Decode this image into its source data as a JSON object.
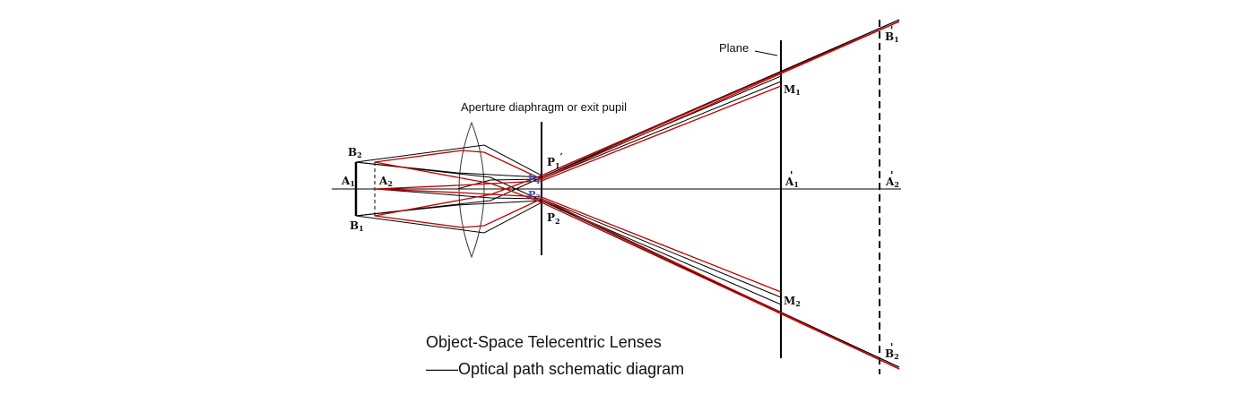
{
  "labels": {
    "b2": {
      "main": "B",
      "sub": "2"
    },
    "a1": {
      "main": "A",
      "sub": "1"
    },
    "a2": {
      "main": "A",
      "sub": "2"
    },
    "b1": {
      "main": "B",
      "sub": "1"
    },
    "p1_blue": {
      "main": "P",
      "sub": "1"
    },
    "p2_blue": {
      "main": "P",
      "sub": "2"
    },
    "p1_prime": {
      "main": "P",
      "sub": "1",
      "prime": "′"
    },
    "p2_prime": {
      "main": "P",
      "sub": "2",
      "prime": "′"
    },
    "m1": {
      "main": "M",
      "sub": "1"
    },
    "m2": {
      "main": "M",
      "sub": "2"
    },
    "a1_img": {
      "main": "A",
      "sub": "1",
      "prime": "'"
    },
    "a2_img": {
      "main": "A",
      "sub": "2",
      "prime": "'"
    },
    "b1_img": {
      "main": "B",
      "sub": "1",
      "prime": "'"
    },
    "b2_img": {
      "main": "B",
      "sub": "2",
      "prime": "'"
    },
    "plane": "Plane",
    "aperture": "Aperture diaphragm or exit pupil"
  },
  "caption": {
    "line1": "Object-Space Telecentric Lenses",
    "line2": "——Optical path schematic diagram"
  },
  "colors": {
    "ray_black": "#000000",
    "ray_red": "#c00000",
    "pupil_blue": "#1a56c4"
  }
}
